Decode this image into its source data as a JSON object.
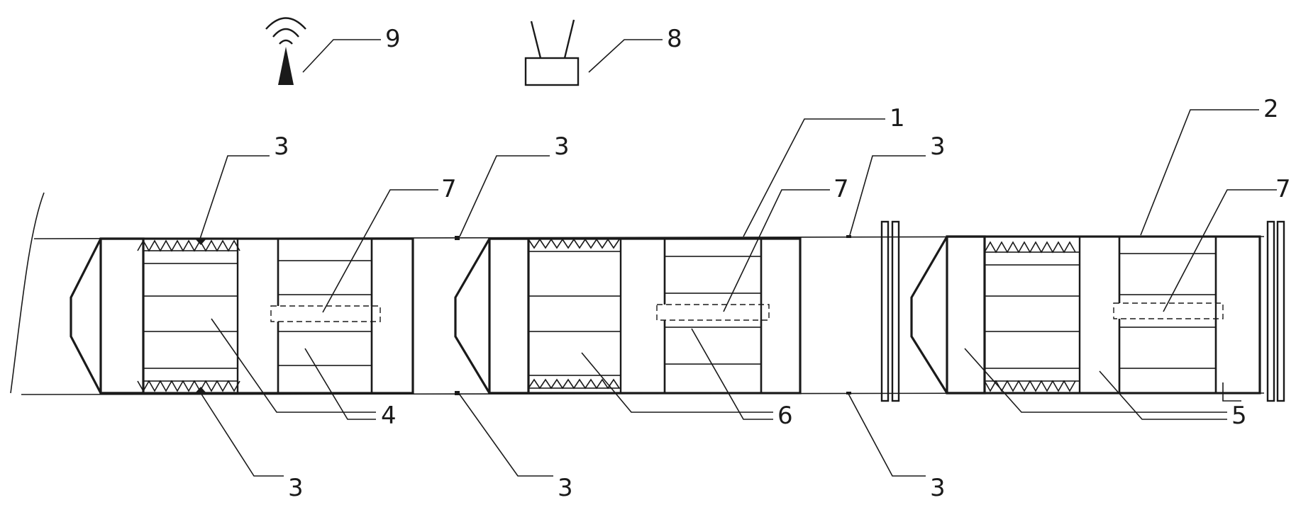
{
  "labels": {
    "l1": "1",
    "l2": "2",
    "l3": "3",
    "l4": "4",
    "l5": "5",
    "l6": "6",
    "l7": "7",
    "l8": "8",
    "l9": "9"
  },
  "icons": {
    "antenna": "antenna-tower-icon",
    "receiver": "receiver-box-icon"
  }
}
